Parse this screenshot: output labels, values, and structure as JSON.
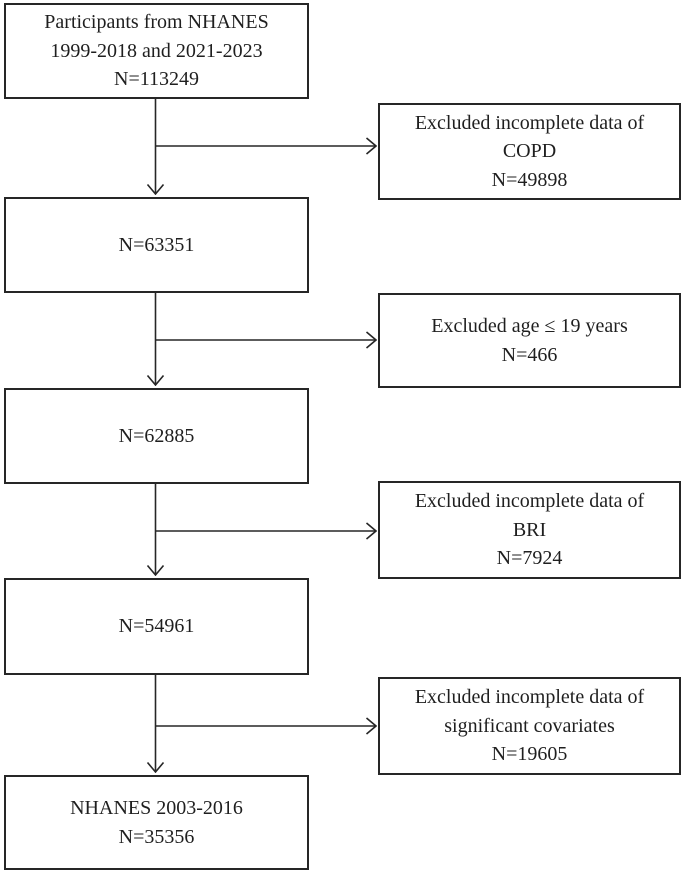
{
  "colors": {
    "background": "#ffffff",
    "border": "#262626",
    "text": "#1f1f1f",
    "line": "#262626"
  },
  "flowchart": {
    "main_boxes": [
      {
        "text": "Participants from NHANES\n1999-2018 and 2021-2023\nN=113249"
      },
      {
        "text": "N=63351"
      },
      {
        "text": "N=62885"
      },
      {
        "text": "N=54961"
      },
      {
        "text": "NHANES 2003-2016\nN=35356"
      }
    ],
    "exclusion_boxes": [
      {
        "text": "Excluded incomplete data of\nCOPD\nN=49898"
      },
      {
        "text": "Excluded age ≤ 19 years\nN=466"
      },
      {
        "text": "Excluded incomplete data of\nBRI\nN=7924"
      },
      {
        "text": "Excluded incomplete data of\nsignificant covariates\nN=19605"
      }
    ]
  }
}
